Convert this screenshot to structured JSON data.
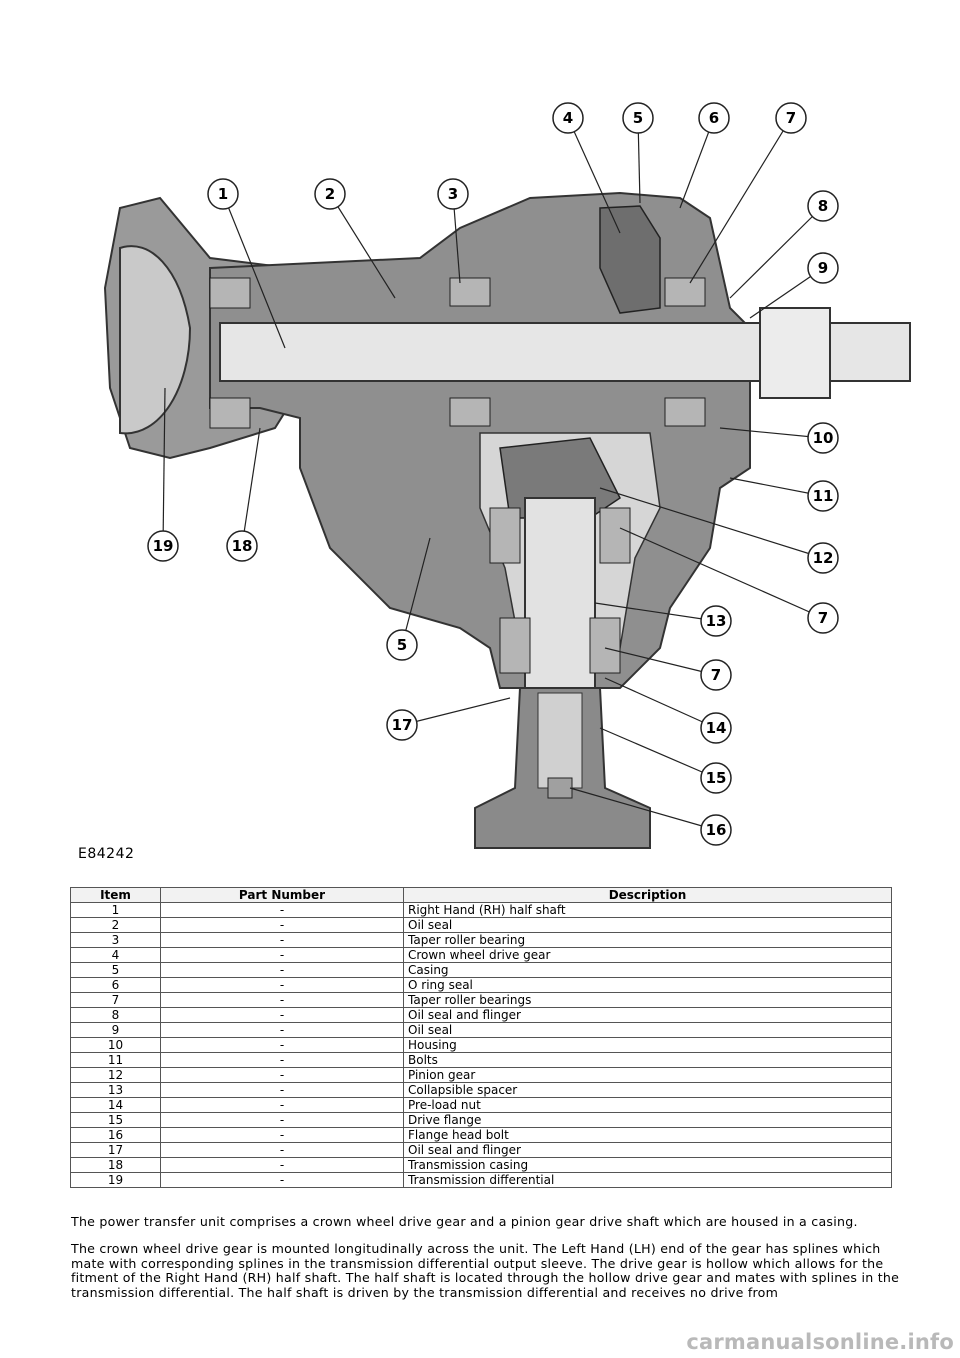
{
  "figure": {
    "id": "E84242",
    "callouts": [
      "1",
      "2",
      "3",
      "4",
      "5",
      "6",
      "7",
      "8",
      "9",
      "10",
      "11",
      "12",
      "7",
      "13",
      "7",
      "14",
      "15",
      "16",
      "17",
      "18",
      "19",
      "5"
    ]
  },
  "table": {
    "headers": [
      "Item",
      "Part Number",
      "Description"
    ],
    "rows": [
      [
        "1",
        "-",
        "Right Hand (RH) half shaft"
      ],
      [
        "2",
        "-",
        "Oil seal"
      ],
      [
        "3",
        "-",
        "Taper roller bearing"
      ],
      [
        "4",
        "-",
        "Crown wheel drive gear"
      ],
      [
        "5",
        "-",
        "Casing"
      ],
      [
        "6",
        "-",
        "O ring seal"
      ],
      [
        "7",
        "-",
        "Taper roller bearings"
      ],
      [
        "8",
        "-",
        "Oil seal and flinger"
      ],
      [
        "9",
        "-",
        "Oil seal"
      ],
      [
        "10",
        "-",
        "Housing"
      ],
      [
        "11",
        "-",
        "Bolts"
      ],
      [
        "12",
        "-",
        "Pinion gear"
      ],
      [
        "13",
        "-",
        "Collapsible spacer"
      ],
      [
        "14",
        "-",
        "Pre-load nut"
      ],
      [
        "15",
        "-",
        "Drive flange"
      ],
      [
        "16",
        "-",
        "Flange head bolt"
      ],
      [
        "17",
        "-",
        "Oil seal and flinger"
      ],
      [
        "18",
        "-",
        "Transmission casing"
      ],
      [
        "19",
        "-",
        "Transmission differential"
      ]
    ]
  },
  "paragraphs": [
    "The power transfer unit comprises a crown wheel drive gear and a pinion gear drive shaft which are housed in a casing.",
    "The crown wheel drive gear is mounted longitudinally across the unit. The Left Hand (LH) end of the gear has splines which mate with corresponding splines in the transmission differential output sleeve. The drive gear is hollow which allows for the fitment of the Right Hand (RH) half shaft. The half shaft is located through the hollow drive gear and mates with splines in the transmission differential. The half shaft is driven by the transmission differential and receives no drive from"
  ],
  "watermark": "carmanualsonline.info"
}
